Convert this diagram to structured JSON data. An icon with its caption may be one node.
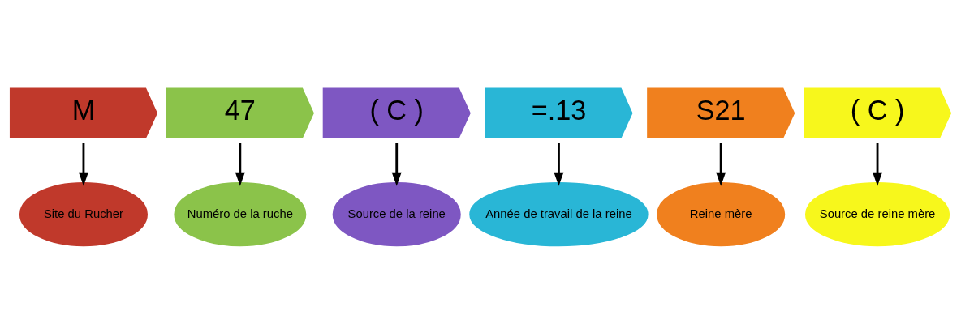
{
  "diagram": {
    "nodes": [
      {
        "text": [
          "M"
        ]
      },
      {
        "text": [
          "47"
        ]
      },
      {
        "text": [
          "( C )"
        ]
      },
      {
        "text": [
          "=.13"
        ]
      },
      {
        "text": [
          "S21"
        ]
      },
      {
        "text": [
          "( C )"
        ]
      },
      {
        "text": [
          "Site du Rucher"
        ]
      },
      {
        "text": [
          "Numéro de la ruche"
        ]
      },
      {
        "text": [
          "Source de la reine"
        ]
      },
      {
        "text": [
          "Année de travail de la reine"
        ]
      },
      {
        "text": [
          "Reine mère"
        ]
      },
      {
        "text": [
          "Source de reine mère"
        ]
      }
    ],
    "edges": [
      {
        "from": 0,
        "to": 6,
        "arrow": "to"
      },
      {
        "from": 1,
        "to": 7,
        "arrow": "to"
      },
      {
        "from": 2,
        "to": 8,
        "arrow": "to"
      },
      {
        "from": 3,
        "to": 9,
        "arrow": "to"
      },
      {
        "from": 4,
        "to": 10,
        "arrow": "to"
      },
      {
        "from": 5,
        "to": 11,
        "arrow": "to"
      }
    ]
  }
}
